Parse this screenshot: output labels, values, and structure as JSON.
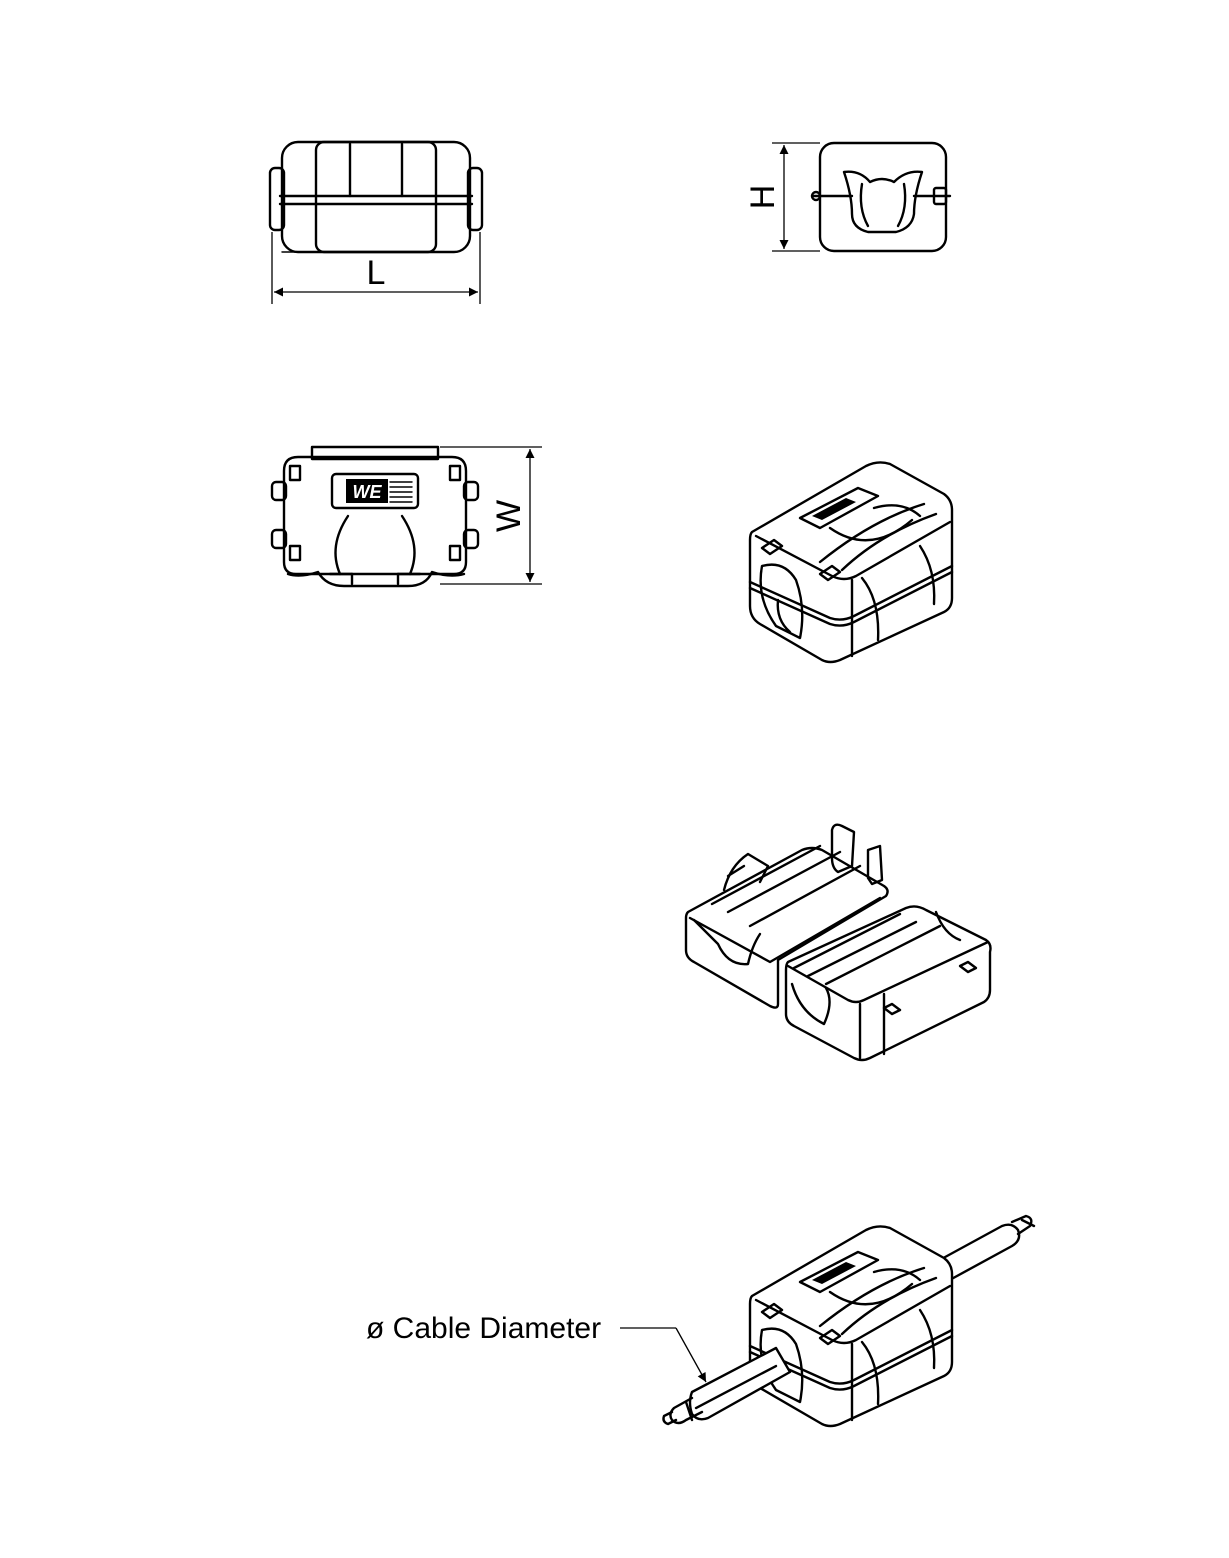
{
  "dimensions": {
    "length_label": "L",
    "height_label": "H",
    "width_label": "W"
  },
  "logo": {
    "text": "WE"
  },
  "annotation": {
    "cable_diameter": "ø Cable Diameter"
  },
  "colors": {
    "line": "#000000",
    "background": "#ffffff"
  }
}
